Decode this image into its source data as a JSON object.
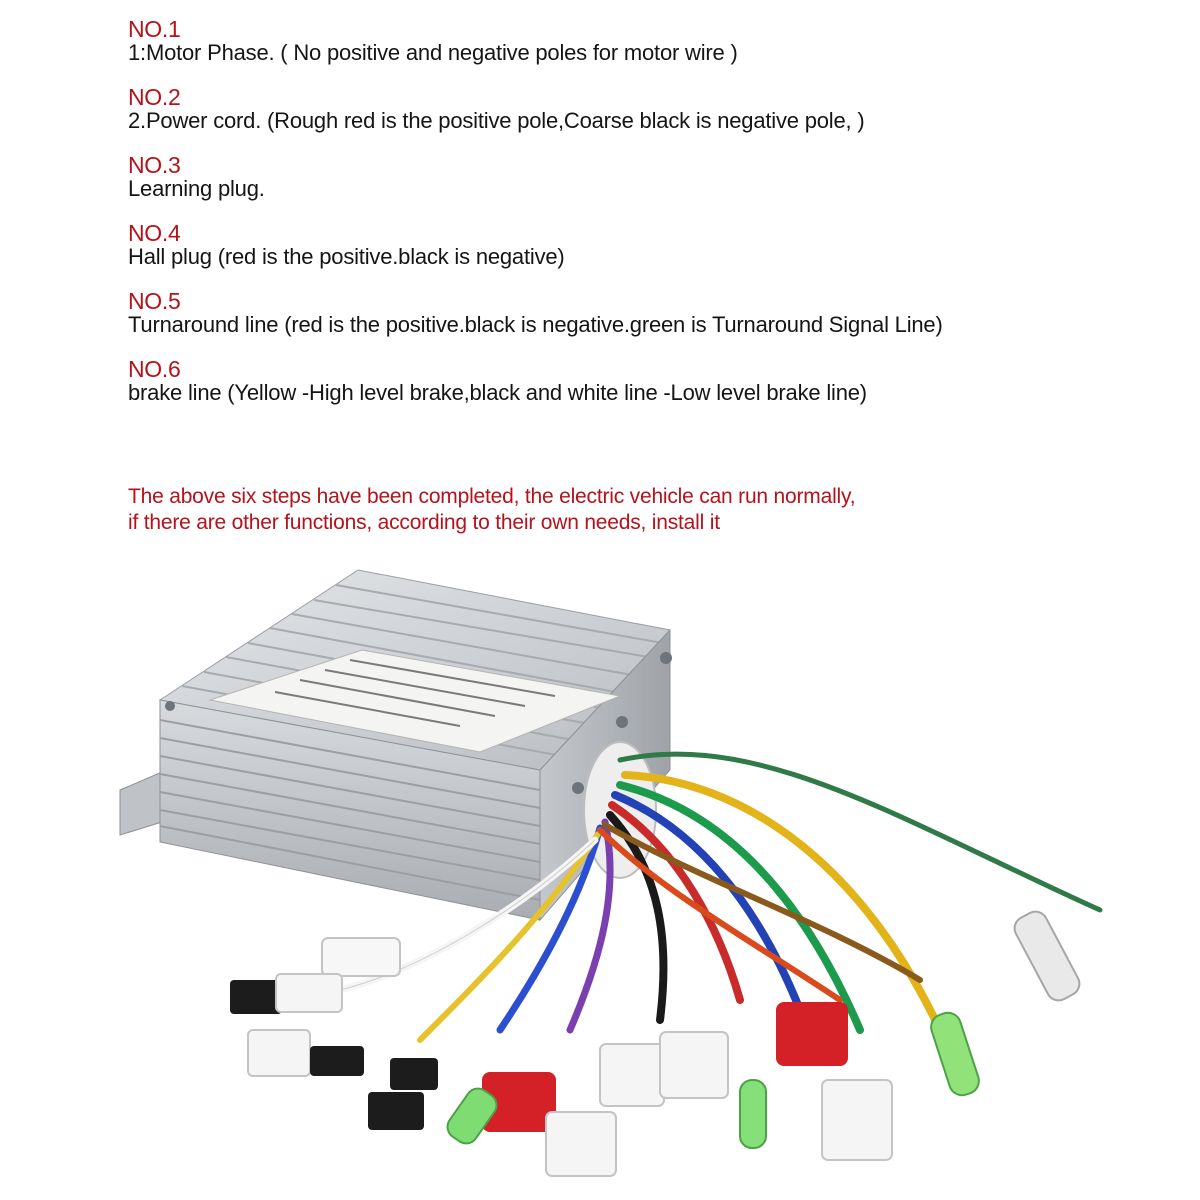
{
  "steps": [
    {
      "title": "NO.1",
      "desc": "1:Motor Phase.   ( No positive and negative poles for motor wire )"
    },
    {
      "title": "NO.2",
      "desc": "2.Power cord.   (Rough red is the positive pole,Coarse black is negative pole,  )"
    },
    {
      "title": "NO.3",
      "desc": "Learning plug."
    },
    {
      "title": "NO.4",
      "desc": "Hall plug   (red is the positive.black is negative)"
    },
    {
      "title": "NO.5",
      "desc": "Turnaround line  (red is the positive.black is negative.green is Turnaround Signal Line)"
    },
    {
      "title": "NO.6",
      "desc": "brake line  (Yellow -High level brake,black and white line -Low level brake line)"
    }
  ],
  "note": {
    "line1": "The above six steps have been completed, the electric vehicle can run normally,",
    "line2": "if there are other functions, according to their own needs, install it"
  },
  "colors": {
    "heading_red": "#b5121b",
    "body_text": "#151515",
    "aluminium": "#c9ccd0"
  }
}
